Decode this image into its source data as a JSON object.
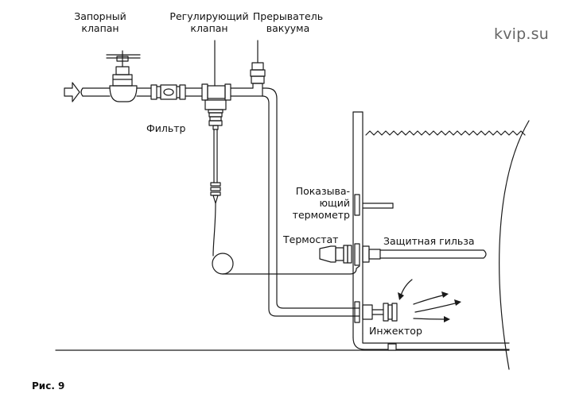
{
  "brand": {
    "site": "kvip.su"
  },
  "figure": {
    "caption": "Рис. 9"
  },
  "labels": {
    "shutoff_valve": "Запорный\nклапан",
    "regulating_valve": "Регулирующий\nклапан",
    "vacuum_breaker": "Прерыватель\nвакуума",
    "filter": "Фильтр",
    "indicating_thermometer": "Показыва-\nющий\nтермометр",
    "thermostat": "Термостат",
    "protective_sleeve": "Защитная гильза",
    "injector": "Инжектор"
  },
  "colors": {
    "line": "#1a1a1a",
    "brand": "#666666"
  }
}
